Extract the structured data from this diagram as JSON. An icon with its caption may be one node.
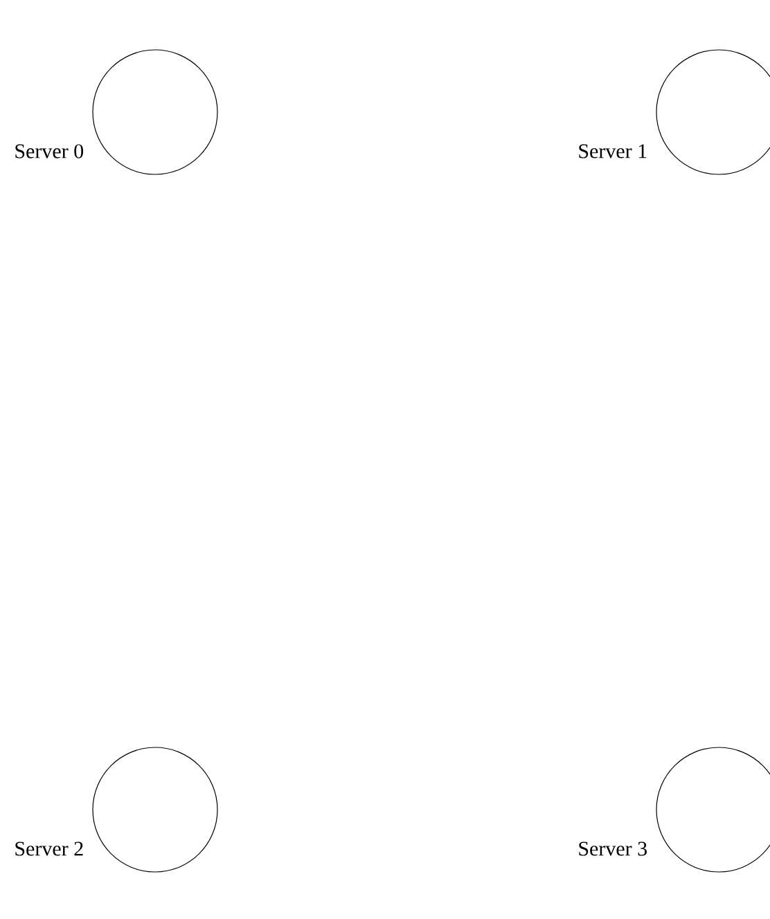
{
  "diagram": {
    "nodes": [
      {
        "text": [
          "Server 0"
        ]
      },
      {
        "text": [
          "Server 1"
        ]
      },
      {
        "text": [
          "Server 2"
        ]
      },
      {
        "text": [
          "Server 3"
        ]
      }
    ]
  }
}
